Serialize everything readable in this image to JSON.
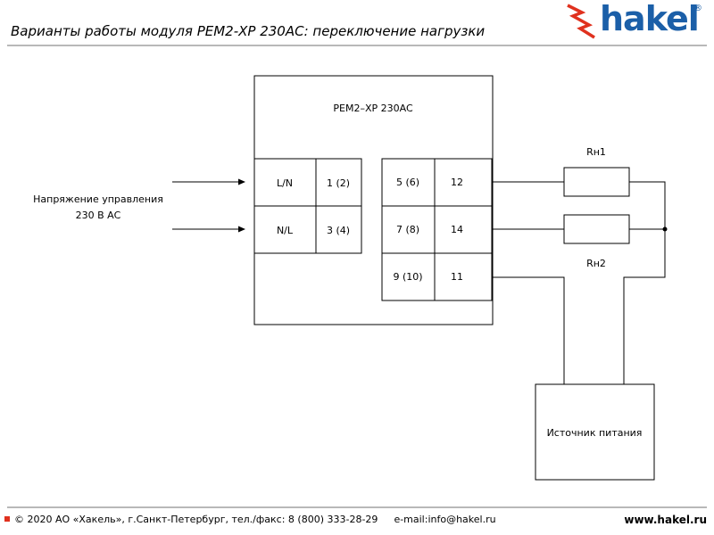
{
  "header": {
    "title": "Варианты работы модуля РЕМ2-XP 230AC: переключение нагрузки",
    "logo_text": "hakel",
    "logo_mark": "®"
  },
  "diagram": {
    "module_label": "РЕМ2–XP 230AC",
    "control_voltage_line1": "Напряжение управления",
    "control_voltage_line2": "230 В АС",
    "input_terminals": [
      {
        "name": "L/N",
        "number": "1 (2)"
      },
      {
        "name": "N/L",
        "number": "3 (4)"
      }
    ],
    "output_terminals": [
      {
        "left": "5 (6)",
        "right": "12"
      },
      {
        "left": "7 (8)",
        "right": "14"
      },
      {
        "left": "9 (10)",
        "right": "11"
      }
    ],
    "load1": "Rн1",
    "load2": "Rн2",
    "power_source": "Источник питания"
  },
  "footer": {
    "copyright": "© 2020 АО «Хакель», г.Санкт-Петербург, тел./факс: 8 (800) 333-28-29",
    "email": "e-mail:info@hakel.ru",
    "website": "www.hakel.ru"
  },
  "colors": {
    "brand_blue": "#1b5fa8",
    "brand_red": "#e0311e",
    "rule_gray": "#b8b8b8",
    "line": "#000000"
  }
}
